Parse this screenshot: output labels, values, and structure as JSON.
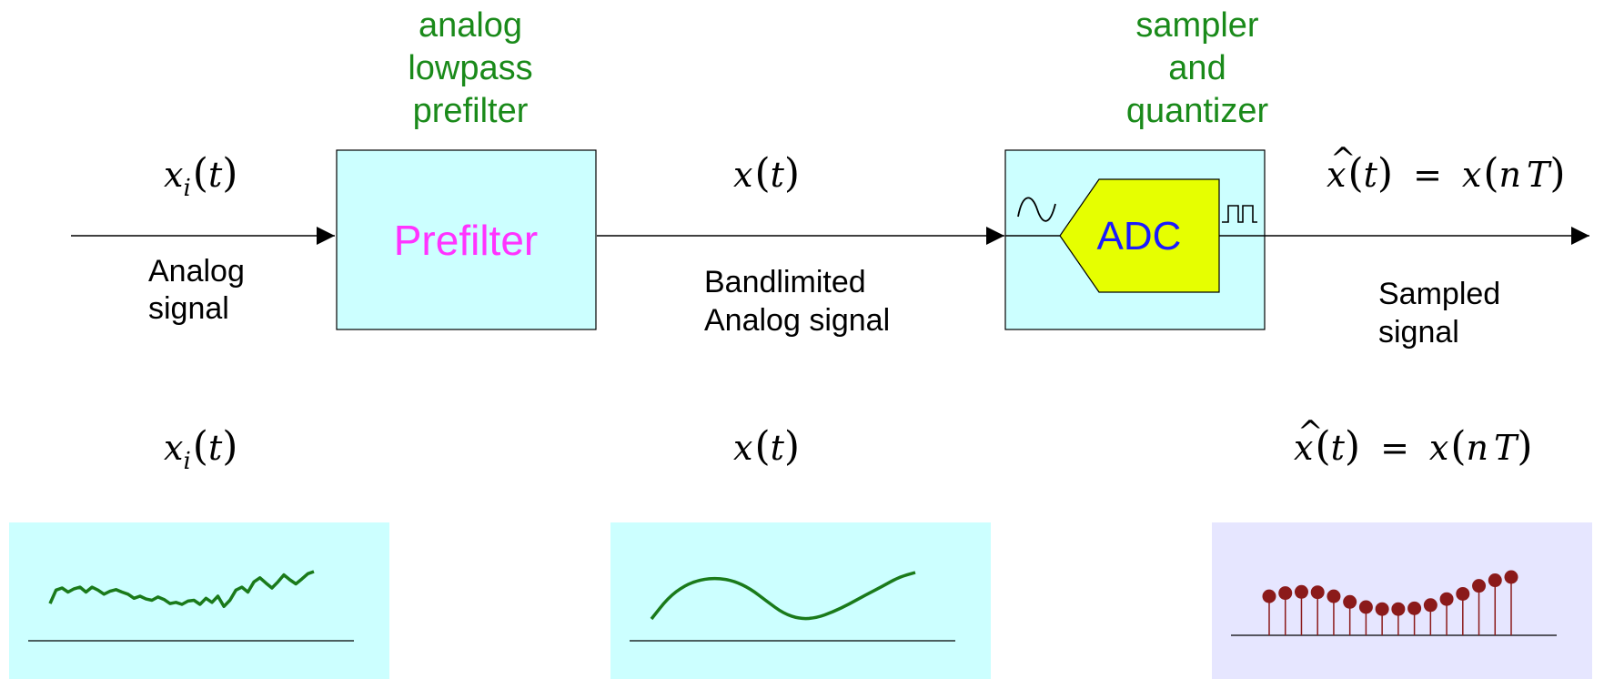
{
  "stages": {
    "prefilter": {
      "title_lines": [
        "analog",
        "lowpass",
        "prefilter"
      ],
      "block_label": "Prefilter"
    },
    "adc": {
      "title_lines": [
        "sampler",
        "and",
        "quantizer"
      ],
      "block_label": "ADC"
    }
  },
  "signals": {
    "input": {
      "var": "x",
      "sub": "i",
      "arg": "t",
      "caption_lines": [
        "Analog",
        "signal"
      ]
    },
    "bandlimited": {
      "var": "x",
      "arg": "t",
      "caption_lines": [
        "Bandlimited",
        "Analog signal"
      ]
    },
    "sampled": {
      "var": "x",
      "hat": "^",
      "arg": "t",
      "eq": "=",
      "rhs_var": "x",
      "rhs_arg_n": "n",
      "rhs_arg_T": "T",
      "caption_lines": [
        "Sampled",
        "signal"
      ]
    }
  },
  "plots": {
    "input_wave": [
      0.22,
      0.55,
      0.6,
      0.5,
      0.58,
      0.62,
      0.5,
      0.62,
      0.55,
      0.45,
      0.52,
      0.56,
      0.5,
      0.45,
      0.35,
      0.4,
      0.33,
      0.3,
      0.38,
      0.32,
      0.22,
      0.25,
      0.2,
      0.28,
      0.3,
      0.2,
      0.35,
      0.25,
      0.4,
      0.15,
      0.3,
      0.55,
      0.62,
      0.5,
      0.75,
      0.85,
      0.72,
      0.6,
      0.75,
      0.92,
      0.8,
      0.7,
      0.82,
      0.95,
      1.0
    ],
    "bandlimited_wave": [
      0.0,
      0.45,
      0.72,
      0.85,
      0.88,
      0.82,
      0.65,
      0.38,
      0.12,
      0.0,
      0.02,
      0.15,
      0.32,
      0.52,
      0.7,
      0.9,
      1.0
    ],
    "samples": [
      0.52,
      0.6,
      0.63,
      0.62,
      0.52,
      0.38,
      0.25,
      0.2,
      0.2,
      0.22,
      0.3,
      0.45,
      0.58,
      0.78,
      0.92,
      1.0
    ],
    "colors": {
      "block_fill": "#ccffff",
      "adc_fill": "#e6ff00",
      "adc_text": "#1a1aff",
      "prefilter_text": "#ff33ff",
      "title_text": "#1a8a1a",
      "wave": "#1a7a1a",
      "stem": "#8b1a1a",
      "plot_bg_cyan": "#ccffff",
      "plot_bg_lavender": "#e6e6ff"
    }
  }
}
